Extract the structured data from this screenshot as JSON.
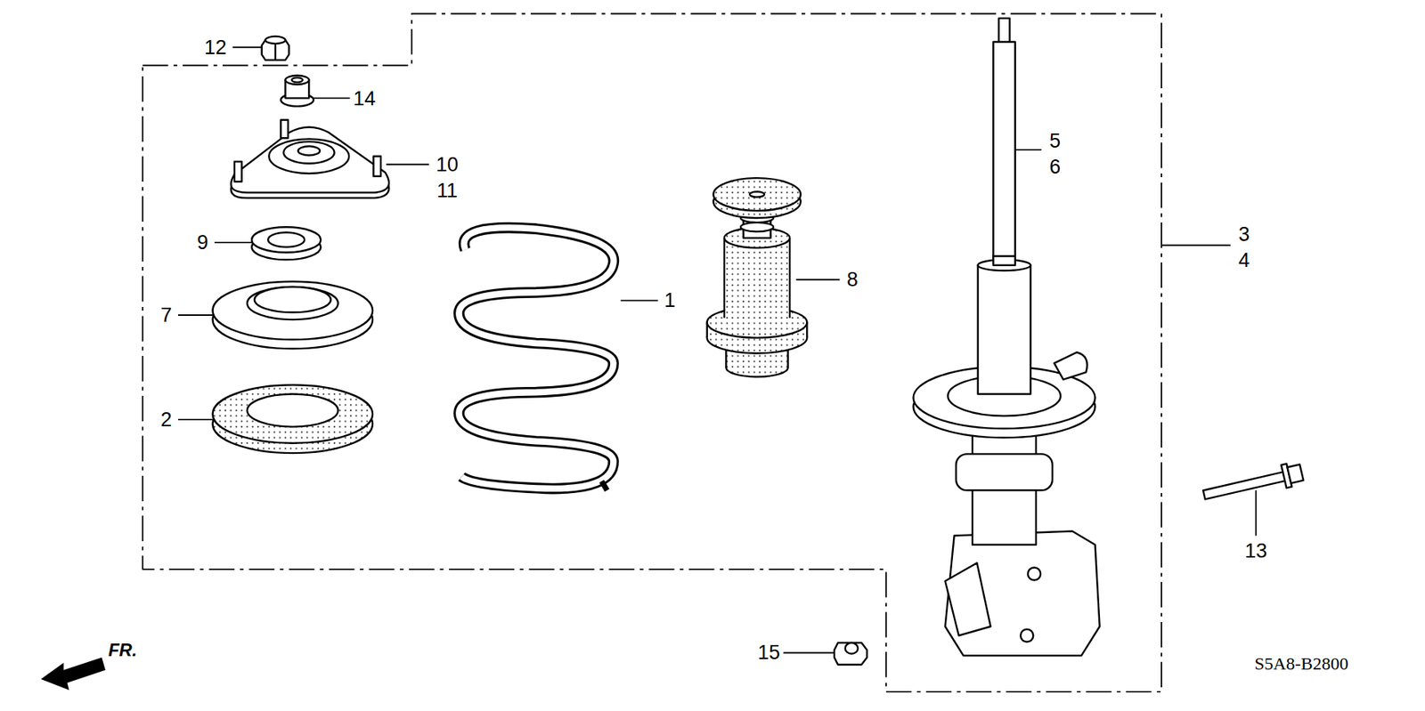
{
  "diagram": {
    "labels": [
      "12",
      "14",
      "10",
      "11",
      "9",
      "7",
      "2",
      "1",
      "8",
      "5",
      "6",
      "3",
      "4",
      "13",
      "15",
      "FR.",
      "S5A8-B2800"
    ]
  }
}
